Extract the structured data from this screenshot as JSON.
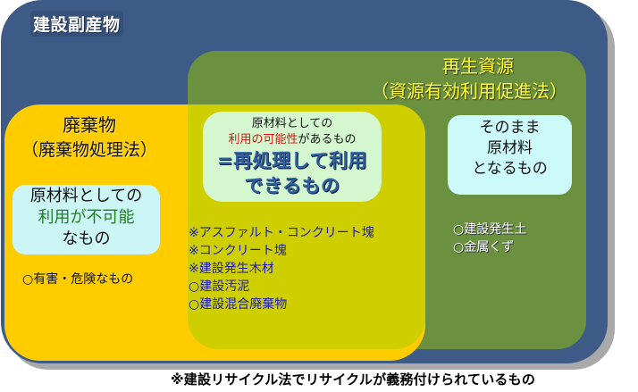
{
  "diagram": {
    "outer": {
      "title": "建設副産物",
      "color": "#3d5b86"
    },
    "recycled_resources": {
      "title": "再生資源",
      "law": "（資源有効利用促進法）",
      "color": "#6a9040",
      "raw_material_box": {
        "lines": [
          "そのまま",
          "原材料",
          "となるもの"
        ]
      },
      "items": [
        "○建設発生土",
        "○金属くず"
      ]
    },
    "waste": {
      "title": "廃棄物",
      "law": "（廃棄物処理法）",
      "color": "#ffcc00",
      "unusable_box": {
        "line1": "原材料としての",
        "line2": "利用が不可能",
        "line3": "なもの"
      },
      "items": [
        "○有害・危険なもの"
      ]
    },
    "overlap": {
      "color": "#cfcf00",
      "box": {
        "line1": "原材料としての",
        "line2_highlight": "利用の可能性",
        "line2_rest": "があるもの",
        "big_line1": "=再処理して利用",
        "big_line2": "できるもの"
      },
      "items": [
        "※アスファルト・コンクリート塊",
        "※コンクリート塊",
        "※建設発生木材",
        "○建設汚泥",
        "○建設混合廃棄物"
      ]
    },
    "footnote": "※建設リサイクル法でリサイクルが義務付けられているもの"
  }
}
